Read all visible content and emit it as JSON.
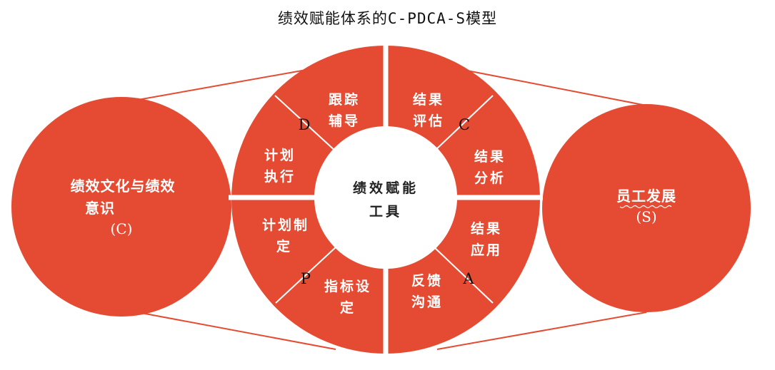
{
  "title": "绩效赋能体系的C-PDCA-S模型",
  "colors": {
    "primary": "#E44B32",
    "divider": "#ffffff",
    "connector": "#E44B32"
  },
  "left_circle": {
    "line1": "绩效文化与绩效",
    "line2": "意识",
    "code": "(C)"
  },
  "right_circle": {
    "line1": "员工发展",
    "code": "(S)"
  },
  "center": {
    "line1": "绩效赋能",
    "line2": "工具"
  },
  "segments": [
    {
      "line1": "跟踪",
      "line2": "辅导"
    },
    {
      "line1": "结果",
      "line2": "评估"
    },
    {
      "line1": "结果",
      "line2": "分析"
    },
    {
      "line1": "结果",
      "line2": "应用"
    },
    {
      "line1": "反馈",
      "line2": "沟通"
    },
    {
      "line1": "指标设",
      "line2": "定"
    },
    {
      "line1": "计划制",
      "line2": "定"
    },
    {
      "line1": "计划",
      "line2": "执行"
    }
  ],
  "phase_letters": {
    "D": "D",
    "C": "C",
    "A": "A",
    "P": "P"
  }
}
